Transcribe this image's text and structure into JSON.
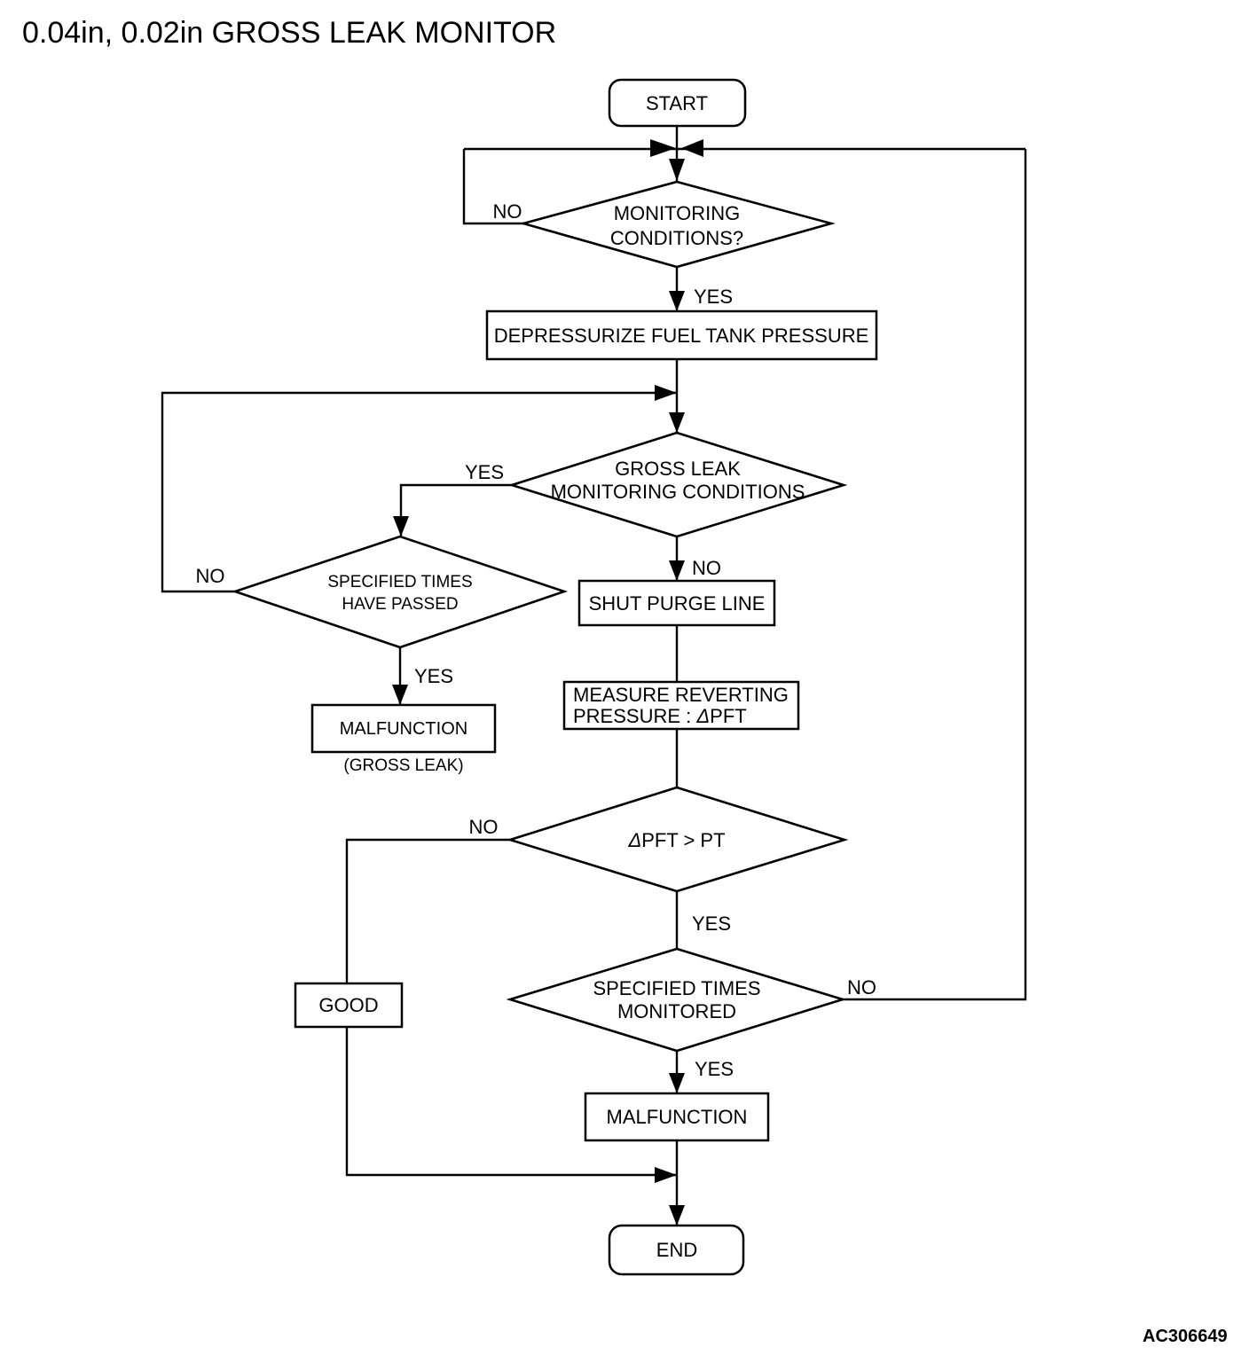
{
  "title": "0.04in, 0.02in GROSS LEAK MONITOR",
  "figure_code": "AC306649",
  "colors": {
    "ink": "#000000",
    "background": "#ffffff"
  },
  "nodes": {
    "start": {
      "label": "START"
    },
    "monitoring_conditions": {
      "line1": "MONITORING",
      "line2": "CONDITIONS?"
    },
    "depressurize": {
      "label": "DEPRESSURIZE FUEL TANK PRESSURE"
    },
    "gross_leak_conditions": {
      "line1": "GROSS LEAK",
      "line2": "MONITORING CONDITIONS"
    },
    "specified_times_passed": {
      "line1": "SPECIFIED TIMES",
      "line2": "HAVE PASSED"
    },
    "malfunction_gross_leak": {
      "label": "MALFUNCTION",
      "sublabel": "(GROSS LEAK)"
    },
    "shut_purge_line": {
      "label": "SHUT PURGE LINE"
    },
    "measure_reverting": {
      "line1": "MEASURE REVERTING",
      "line2_prefix": "PRESSURE : ",
      "delta": "Δ",
      "line2_suffix": "PFT"
    },
    "delta_pft_gt_pt": {
      "delta": "Δ",
      "rest": "PFT > PT"
    },
    "specified_times_monitored": {
      "line1": "SPECIFIED TIMES",
      "line2": "MONITORED"
    },
    "malfunction": {
      "label": "MALFUNCTION"
    },
    "good": {
      "label": "GOOD"
    },
    "end": {
      "label": "END"
    }
  },
  "edge_labels": {
    "monitoring_no": "NO",
    "monitoring_yes": "YES",
    "gross_leak_yes": "YES",
    "gross_leak_no": "NO",
    "times_passed_no": "NO",
    "times_passed_yes": "YES",
    "delta_pft_no": "NO",
    "delta_pft_yes": "YES",
    "monitored_no": "NO",
    "monitored_yes": "YES"
  }
}
